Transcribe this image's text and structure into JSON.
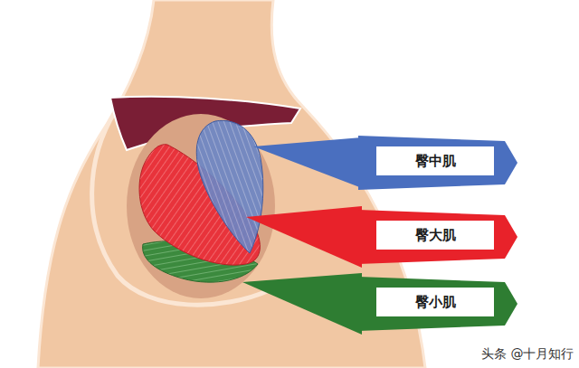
{
  "diagram": {
    "nodes": [
      {
        "text": [
          "臀中肌"
        ]
      },
      {
        "text": [
          "臀大肌"
        ]
      },
      {
        "text": [
          "臀小肌"
        ]
      }
    ],
    "labels": [
      "头条 @十月知行"
    ]
  }
}
